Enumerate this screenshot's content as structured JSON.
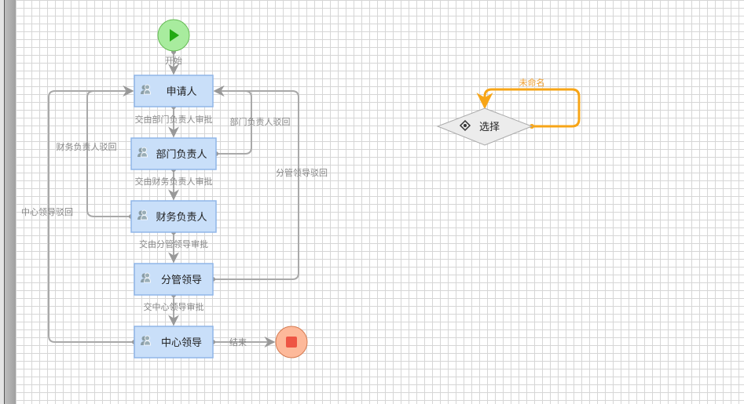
{
  "diagram": {
    "title": "workflow",
    "nodes": {
      "start": {
        "type": "start",
        "icon": "play-icon",
        "color": "#a8ec9e"
      },
      "applicant": {
        "label": "申请人",
        "type": "user-task",
        "icon": "users-icon"
      },
      "dept_head": {
        "label": "部门负责人",
        "type": "user-task",
        "icon": "users-icon"
      },
      "finance_head": {
        "label": "财务负责人",
        "type": "user-task",
        "icon": "users-icon"
      },
      "division_lead": {
        "label": "分管领导",
        "type": "user-task",
        "icon": "users-icon"
      },
      "center_lead": {
        "label": "中心领导",
        "type": "user-task",
        "icon": "users-icon"
      },
      "end": {
        "type": "end",
        "icon": "stop-icon",
        "color": "#fdb99a"
      },
      "choice": {
        "label": "选择",
        "type": "gateway",
        "icon": "gateway-icon"
      }
    },
    "edges": {
      "start_to_applicant": {
        "label": "开始"
      },
      "applicant_to_dept": {
        "label": "交由部门负责人审批"
      },
      "dept_reject": {
        "label": "部门负责人驳回"
      },
      "dept_to_finance": {
        "label": "交由财务负责人审批"
      },
      "finance_reject": {
        "label": "财务负责人驳回"
      },
      "finance_to_division": {
        "label": "交由分管领导审批"
      },
      "division_reject": {
        "label": "分管领导驳回"
      },
      "division_to_center": {
        "label": "交中心领导审批"
      },
      "center_reject": {
        "label": "中心领导驳回"
      },
      "center_to_end": {
        "label": "结束"
      },
      "choice_loop": {
        "label": "未命名"
      }
    },
    "colors": {
      "task_fill": "#c9dff9",
      "task_stroke": "#8fb6e8",
      "edge": "#a9a9a9",
      "selected_edge": "#f7a517",
      "gateway_fill": "#ececec"
    }
  }
}
